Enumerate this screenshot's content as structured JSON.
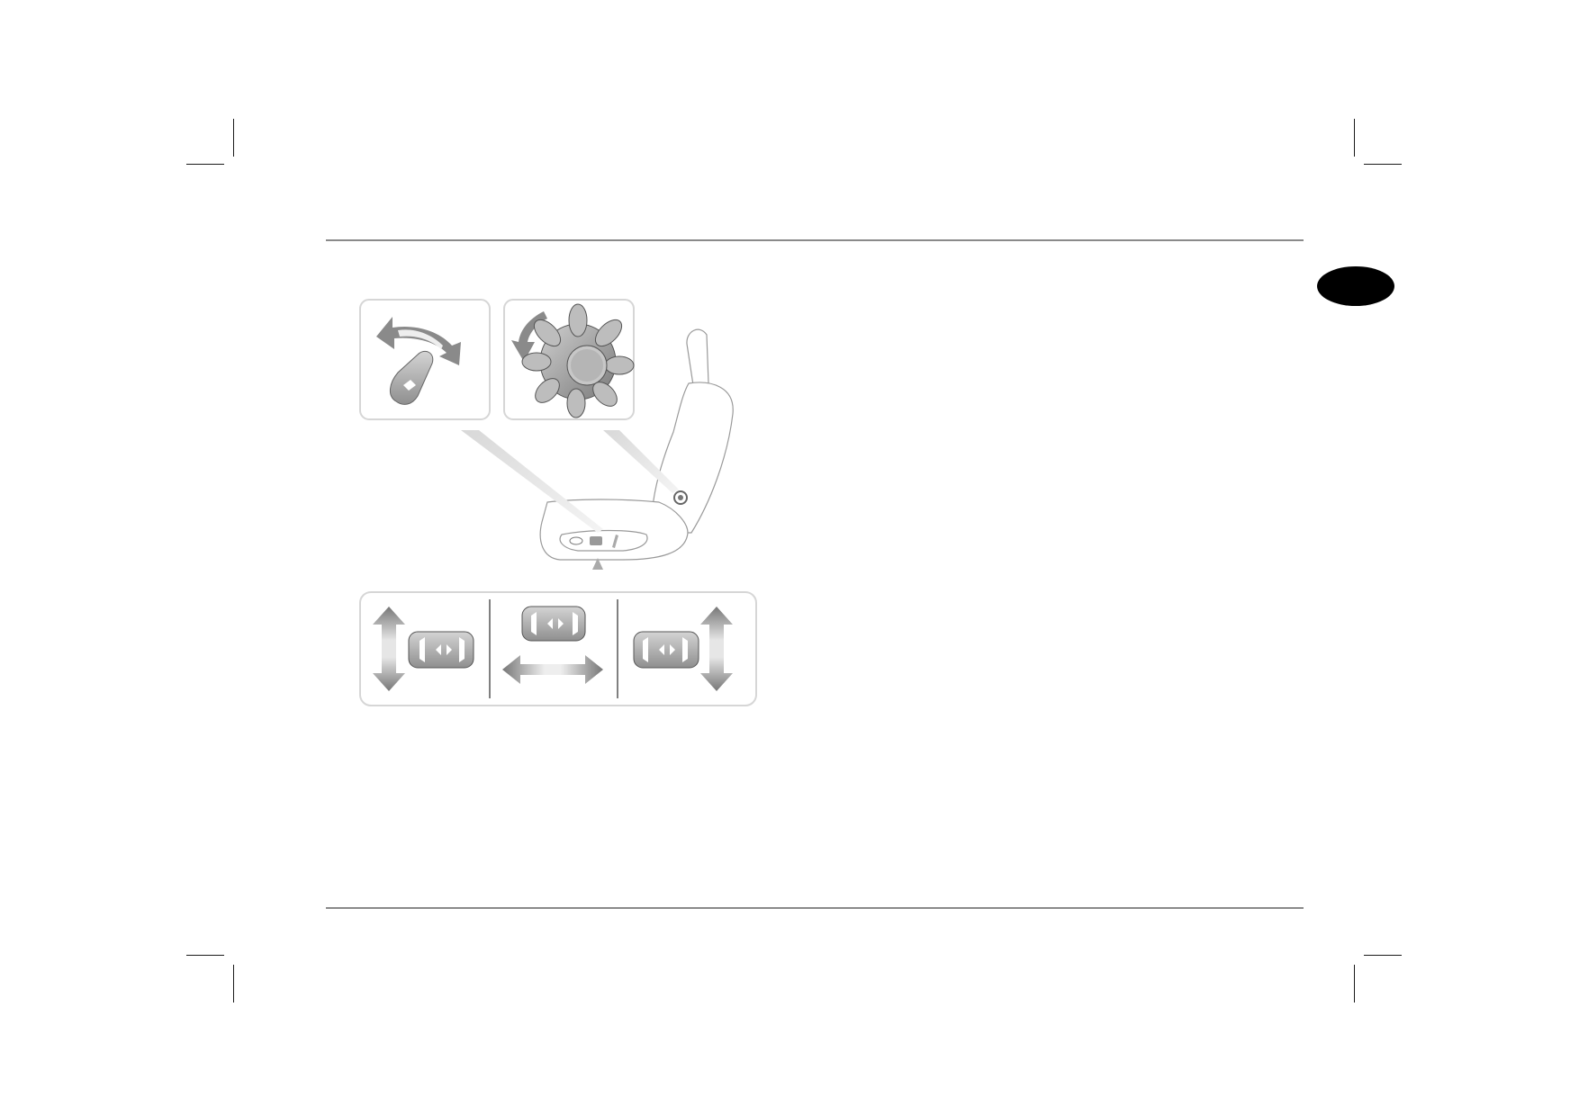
{
  "page": {
    "background": "#ffffff",
    "rule_color": "#8a8a8a",
    "tab_marker_color": "#000000"
  },
  "figure": {
    "subject": "power-seat-adjustment-illustration",
    "panels": [
      {
        "id": "backrest-switch-panel",
        "icon": "rocker-switch-icon"
      },
      {
        "id": "lumbar-knob-panel",
        "icon": "rotary-knob-icon"
      },
      {
        "id": "seat-switch-panel",
        "icon": "seat-control-switch-icon"
      }
    ]
  }
}
